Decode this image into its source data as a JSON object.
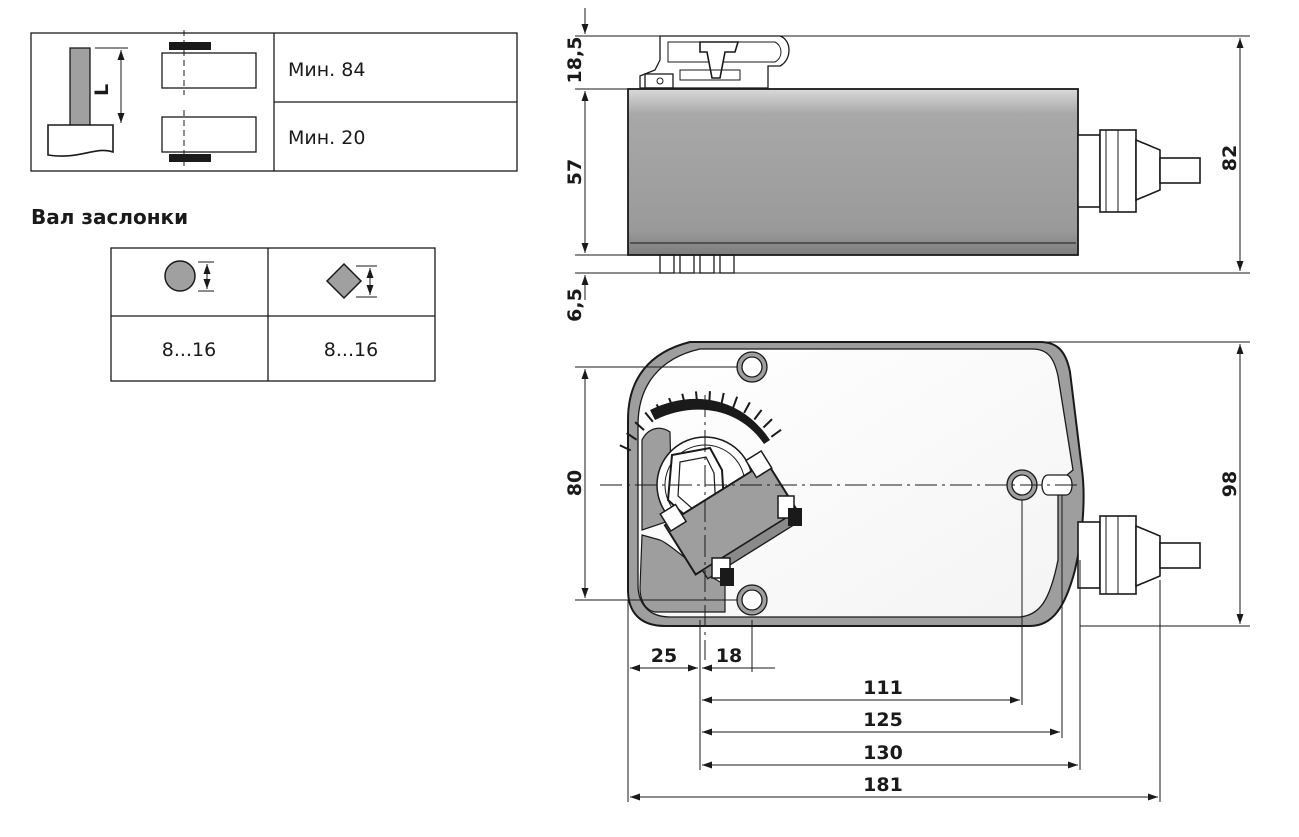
{
  "shaft_length_table": {
    "rows": [
      {
        "label": "Мин. 84"
      },
      {
        "label": "Мин. 20"
      }
    ],
    "length_symbol": "L"
  },
  "damper_shaft": {
    "title": "Вал заслонки",
    "round": {
      "icon": "round-shaft-icon",
      "range": "8...16"
    },
    "square": {
      "icon": "square-shaft-icon",
      "range": "8...16"
    }
  },
  "side_view_dimensions": {
    "top_clamp": "18,5",
    "body_height": "57",
    "bottom_offset": "6,5",
    "total_height": "82"
  },
  "front_view_dimensions": {
    "hole_spacing": "80",
    "total_height": "98",
    "left_offset": "25",
    "hub_offset": "18",
    "d111": "111",
    "d125": "125",
    "d130": "130",
    "d181": "181"
  },
  "colors": {
    "housing": "#a8a8a8",
    "housing_dark": "#6f6f6f",
    "shaft_fill": "#a0a0a0",
    "lines": "#1a1a1a"
  }
}
